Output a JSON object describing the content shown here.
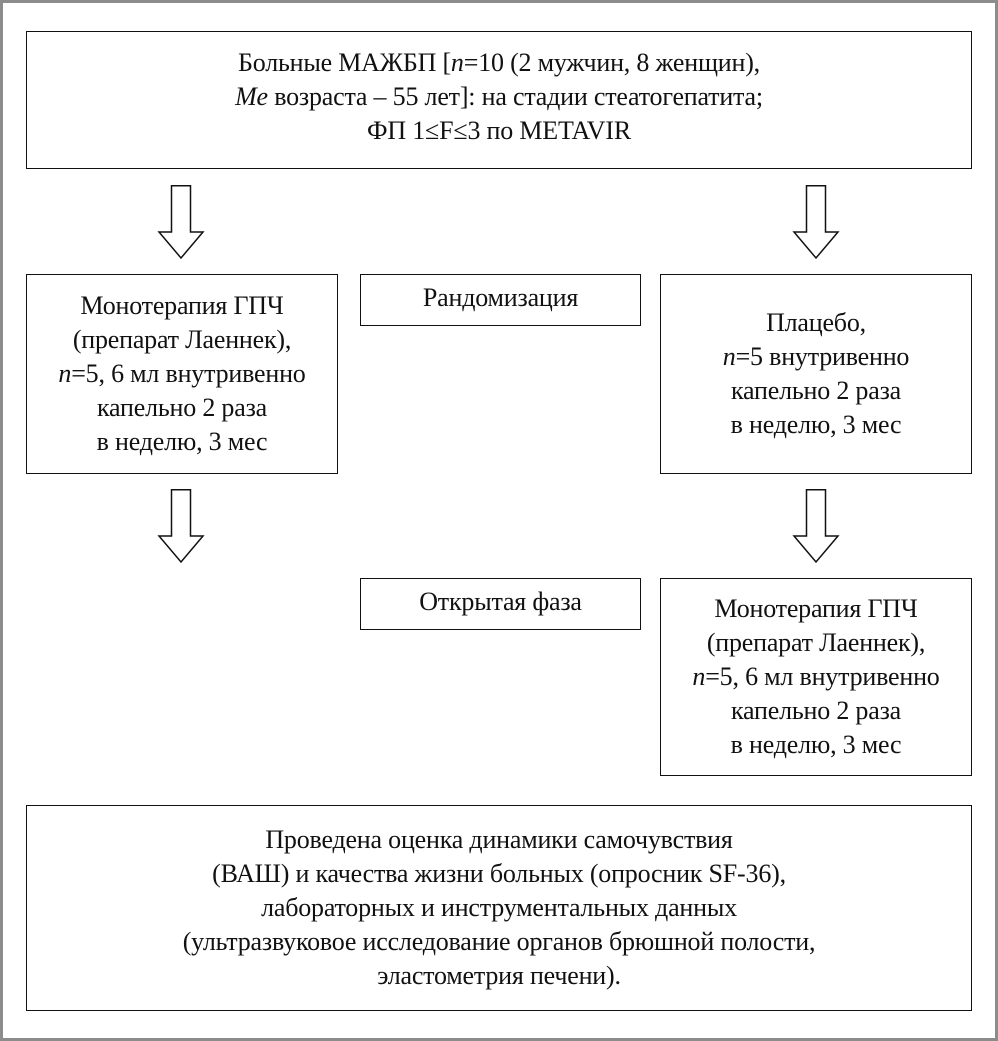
{
  "top_box": {
    "line1_a": "Больные МАЖБП [",
    "line1_n": "n",
    "line1_b": "=10 (2 мужчин, 8 женщин),",
    "line2_me": "Me",
    "line2_b": " возраста – 55 лет]: на стадии стеатогепатита;",
    "line3": "ФП 1≤F≤3 по METAVIR"
  },
  "left_box": {
    "line1": "Монотерапия ГПЧ",
    "line2": "(препарат Лаеннек),",
    "line3_n": "n",
    "line3_b": "=5, 6 мл внутривенно",
    "line4": "капельно 2 раза",
    "line5": "в неделю, 3 мес"
  },
  "randomization_box": {
    "label": "Рандомизация"
  },
  "right_box": {
    "line1": "Плацебо,",
    "line2_n": "n",
    "line2_b": "=5 внутривенно",
    "line3": "капельно 2 раза",
    "line4": "в неделю, 3 мес"
  },
  "open_phase_box": {
    "label": "Открытая фаза"
  },
  "right2_box": {
    "line1": "Монотерапия ГПЧ",
    "line2": "(препарат Лаеннек),",
    "line3_n": "n",
    "line3_b": "=5, 6 мл внутривенно",
    "line4": "капельно 2 раза",
    "line5": "в неделю, 3 мес"
  },
  "bottom_box": {
    "line1": "Проведена оценка динамики самочувствия",
    "line2": "(ВАШ) и качества жизни больных (опросник SF-36),",
    "line3": "лабораторных и инструментальных данных",
    "line4": "(ультразвуковое исследование органов брюшной полости,",
    "line5": "эластометрия печени)."
  }
}
